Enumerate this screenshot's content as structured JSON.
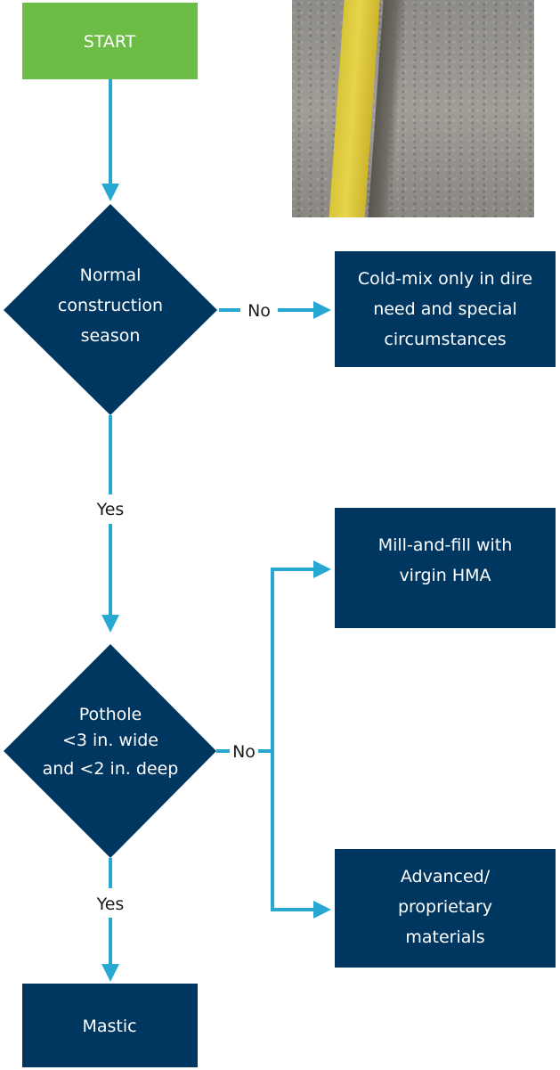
{
  "colors": {
    "start_fill": "#6cbd45",
    "node_fill": "#003761",
    "arrow": "#27a8d2"
  },
  "photo": {
    "name": "pavement-pothole-photo"
  },
  "nodes": {
    "start": {
      "label": "START"
    },
    "decision1": {
      "lines": [
        "Normal",
        "construction",
        "season"
      ]
    },
    "coldmix": {
      "lines": [
        "Cold-mix only in dire",
        "need and special",
        "circumstances"
      ]
    },
    "decision2": {
      "lines": [
        "Pothole",
        "<3 in. wide",
        "and <2 in. deep"
      ]
    },
    "millfill": {
      "lines": [
        "Mill-and-fill with",
        "virgin HMA"
      ]
    },
    "advanced": {
      "lines": [
        "Advanced/",
        "proprietary",
        "materials"
      ]
    },
    "mastic": {
      "label": "Mastic"
    }
  },
  "edges": {
    "d1_no": "No",
    "d1_yes": "Yes",
    "d2_no": "No",
    "d2_yes": "Yes"
  }
}
